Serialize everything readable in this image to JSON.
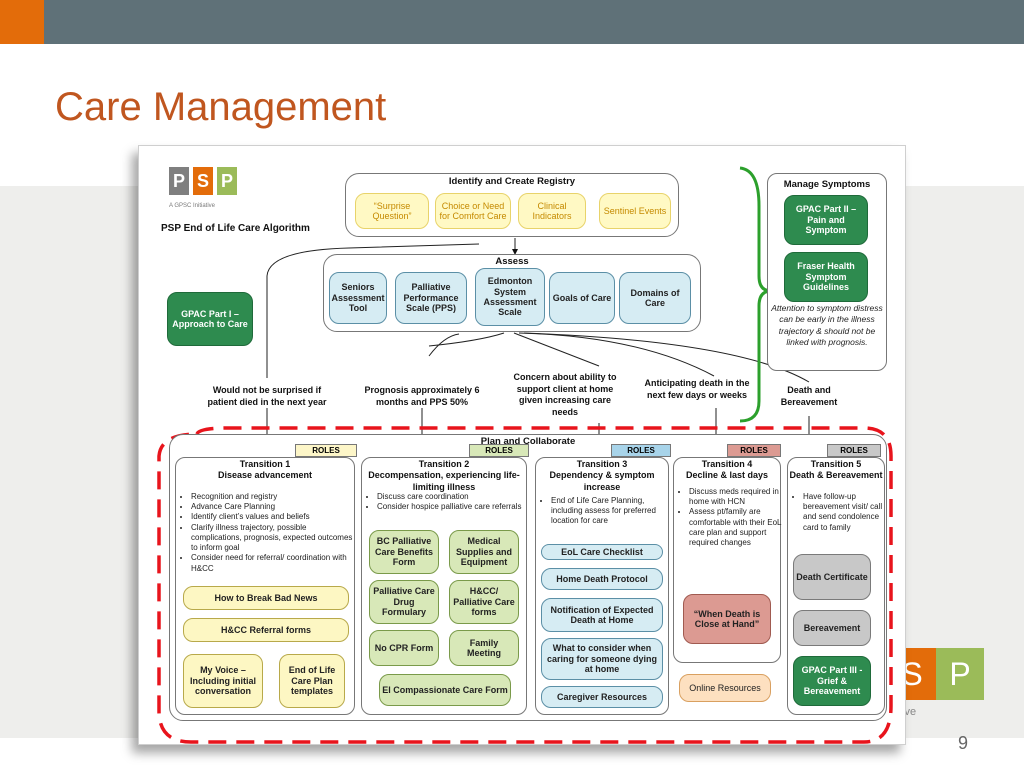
{
  "slide": {
    "title": "Care Management",
    "page_number": "9"
  },
  "background_logo": {
    "letters": [
      "S",
      "P"
    ],
    "tail": "ive"
  },
  "doc": {
    "logo": {
      "letters": [
        "P",
        "S",
        "P"
      ],
      "tagline": "A GPSC Initiative"
    },
    "algorithm_title": "PSP End of Life Care Algorithm",
    "registry": {
      "heading": "Identify and Create Registry",
      "items": [
        "“Surprise Question”",
        "Choice or Need for Comfort Care",
        "Clinical Indicators",
        "Sentinel Events"
      ]
    },
    "assess": {
      "heading": "Assess",
      "items": [
        "Seniors Assessment Tool",
        "Palliative Performance Scale (PPS)",
        "Edmonton System Assessment Scale",
        "Goals of Care",
        "Domains of Care"
      ]
    },
    "gpac1": "GPAC Part I – Approach to Care",
    "manage": {
      "heading": "Manage Symptoms",
      "items": [
        "GPAC Part II – Pain and Symptom",
        "Fraser Health Symptom Guidelines"
      ],
      "note": "Attention to symptom distress can be early in the illness trajectory & should not be linked with prognosis."
    },
    "questions": [
      "Would not be surprised if patient died in the next year",
      "Prognosis approximately 6 months and PPS 50%",
      "Concern about ability to support client at home given increasing care needs",
      "Anticipating death in the next few days or weeks",
      "Death and Bereavement"
    ],
    "plan_heading": "Plan and Collaborate",
    "roles_label": "ROLES",
    "transitions": [
      {
        "title": "Transition 1",
        "subtitle": "Disease advancement",
        "bullets": [
          "Recognition and registry",
          "Advance Care Planning",
          "Identify client’s values and beliefs",
          "Clarify illness trajectory, possible complications, prognosis, expected outcomes to inform goal",
          "Consider need for referral/ coordination with H&CC"
        ],
        "items": [
          "How to Break Bad News",
          "H&CC Referral forms",
          "My Voice – Including initial conversation",
          "End of Life Care Plan templates"
        ]
      },
      {
        "title": "Transition 2",
        "subtitle": "Decompensation, experiencing life-limiting illness",
        "bullets": [
          "Discuss care coordination",
          "Consider hospice palliative care referrals"
        ],
        "items": [
          "BC Palliative Care Benefits Form",
          "Medical Supplies and Equipment",
          "Palliative Care Drug Formulary",
          "H&CC/ Palliative Care forms",
          "No CPR Form",
          "Family Meeting",
          "El Compassionate Care Form"
        ]
      },
      {
        "title": "Transition 3",
        "subtitle": "Dependency & symptom increase",
        "bullets": [
          "End of Life Care Planning, including assess for preferred location for care"
        ],
        "items": [
          "EoL Care Checklist",
          "Home Death Protocol",
          "Notification of Expected Death at Home",
          "What to consider when caring for someone dying at home",
          "Caregiver Resources"
        ]
      },
      {
        "title": "Transition 4",
        "subtitle": "Decline & last days",
        "bullets": [
          "Discuss meds required in home with HCN",
          "Assess pt/family are comfortable with their EoL care plan and support required changes"
        ],
        "items": [
          "“When Death is Close at Hand”",
          "Online Resources"
        ]
      },
      {
        "title": "Transition 5",
        "subtitle": "Death & Bereavement",
        "bullets": [
          "Have follow-up bereavement visit/ call and send condolence card to family"
        ],
        "items": [
          "Death Certificate",
          "Bereavement",
          "GPAC Part III - Grief & Bereavement"
        ]
      }
    ]
  },
  "colors": {
    "title": "#c0561f",
    "accent": "#e36c0a",
    "topbar": "#5f7178",
    "dashed_outline": "#e8141c",
    "green_brace": "#2ca02c"
  }
}
